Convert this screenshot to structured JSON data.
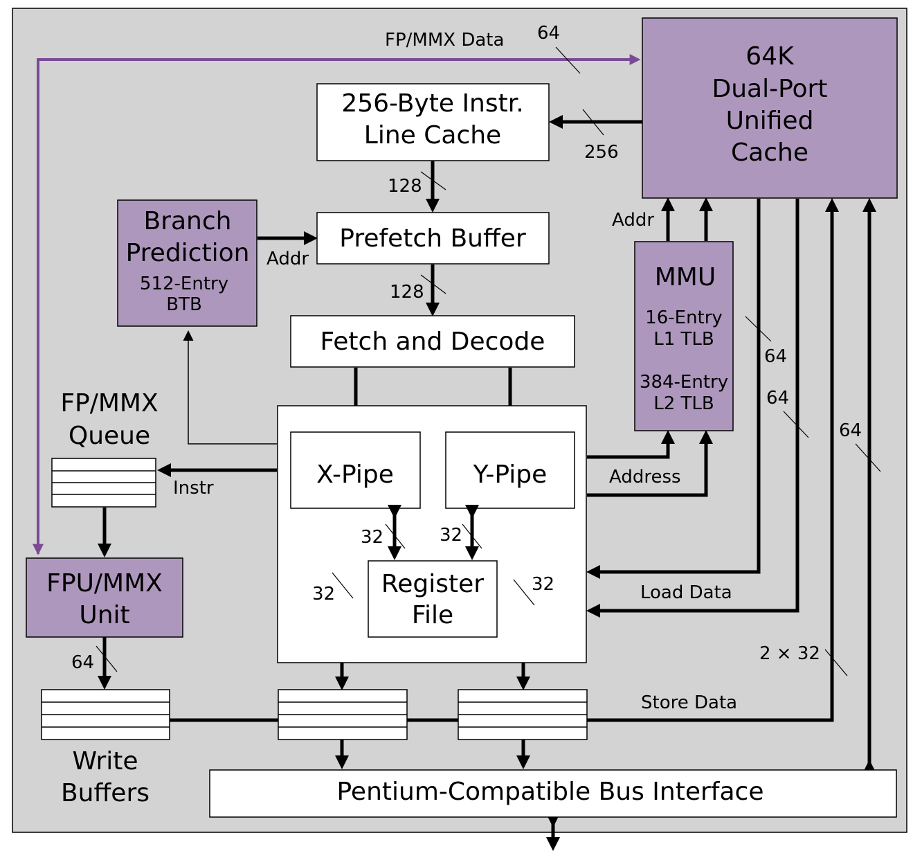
{
  "blocks": {
    "cache": [
      "64K",
      "Dual-Port",
      "Unified",
      "Cache"
    ],
    "line_cache": [
      "256-Byte Instr.",
      "Line Cache"
    ],
    "prefetch": "Prefetch Buffer",
    "branch": [
      "Branch",
      "Prediction",
      "512-Entry",
      "BTB"
    ],
    "fetch_decode": "Fetch and Decode",
    "x_pipe": "X-Pipe",
    "y_pipe": "Y-Pipe",
    "register_file": [
      "Register",
      "File"
    ],
    "mmu": [
      "MMU",
      "16-Entry",
      "L1 TLB",
      "384-Entry",
      "L2 TLB"
    ],
    "fpu": [
      "FPU/MMX",
      "Unit"
    ],
    "fp_queue": [
      "FP/MMX",
      "Queue"
    ],
    "write_buffers": [
      "Write",
      "Buffers"
    ],
    "bus_interface": "Pentium-Compatible Bus Interface"
  },
  "labels": {
    "fp_mmx_data": "FP/MMX Data",
    "addr": "Addr",
    "instr": "Instr",
    "address": "Address",
    "load_data": "Load Data",
    "store_data": "Store Data"
  },
  "widths": {
    "w64": "64",
    "w256": "256",
    "w128": "128",
    "w32": "32",
    "w2x32": "2 × 32"
  },
  "colors": {
    "background": "#d3d3d3",
    "block_purple": "#ae97bd",
    "fp_path": "#7a4a97"
  }
}
